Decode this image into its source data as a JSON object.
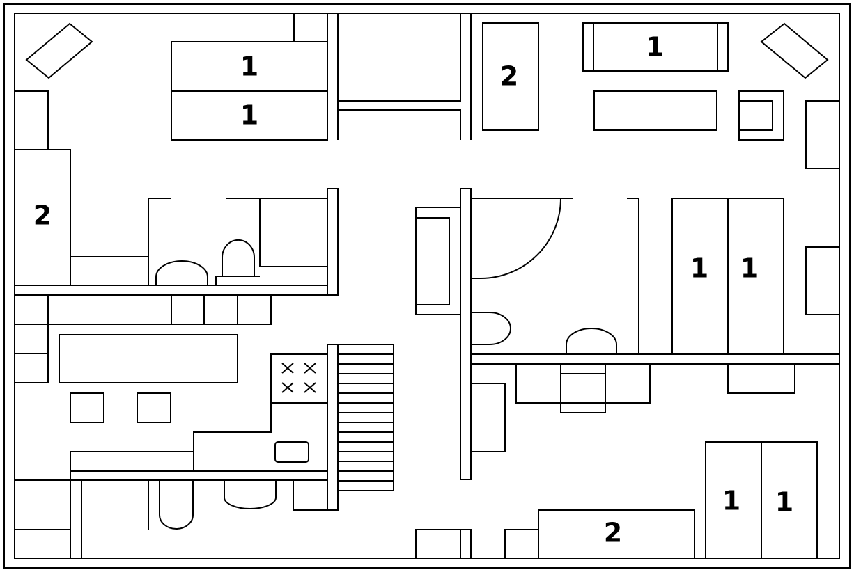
{
  "labels": {
    "bed_top_1": "1",
    "bed_top_2": "1",
    "sofa_left": "2",
    "sofa_top_right": "2",
    "bed_top_right": "1",
    "bed_mid_right_a": "1",
    "bed_mid_right_b": "1",
    "bed_bottom_right_a": "1",
    "bed_bottom_right_b": "1",
    "sofa_bottom_right": "2"
  },
  "colors": {
    "line": "#000000",
    "background": "#ffffff"
  }
}
